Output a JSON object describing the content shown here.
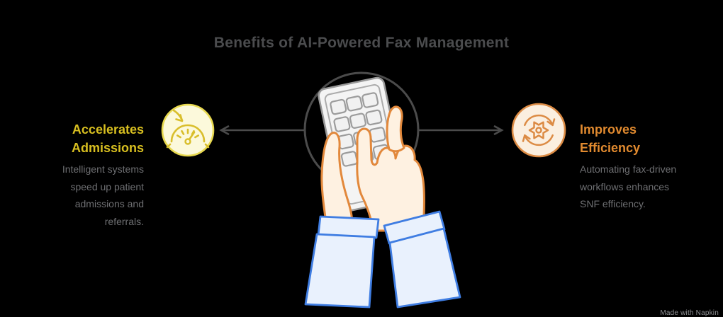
{
  "title": "Benefits of AI-Powered Fax Management",
  "left": {
    "icon": "speedometer-arrow-icon",
    "heading_line1": "Accelerates",
    "heading_line2": "Admissions",
    "body_lines": [
      "Intelligent systems",
      "speed up patient",
      "admissions and",
      "referrals."
    ]
  },
  "right": {
    "icon": "gear-cycle-icon",
    "heading_line1": "Improves",
    "heading_line2": "Efficiency",
    "body_lines": [
      "Automating fax-driven",
      "workflows enhances",
      "SNF efficiency."
    ]
  },
  "center": {
    "illustration": "hands-typing-on-fax-keypad"
  },
  "watermark": "Made with Napkin",
  "colors": {
    "background": "#000000",
    "title_text": "#4B4C4E",
    "body_text": "#6E6F72",
    "yellow_accent": "#D8BF20",
    "yellow_fill": "#FCF9DB",
    "yellow_border": "#E8D94F",
    "orange_accent": "#E18A2F",
    "orange_fill": "#FBEFE0",
    "orange_border": "#DC8B44",
    "connector_gray": "#4B4B4B",
    "hand_fill": "#FEF1E1",
    "hand_outline": "#E2883B",
    "sleeve_fill": "#E9F1FD",
    "sleeve_outline": "#3F7DE2",
    "device_fill": "#F4F4F4",
    "device_outline": "#989898"
  }
}
